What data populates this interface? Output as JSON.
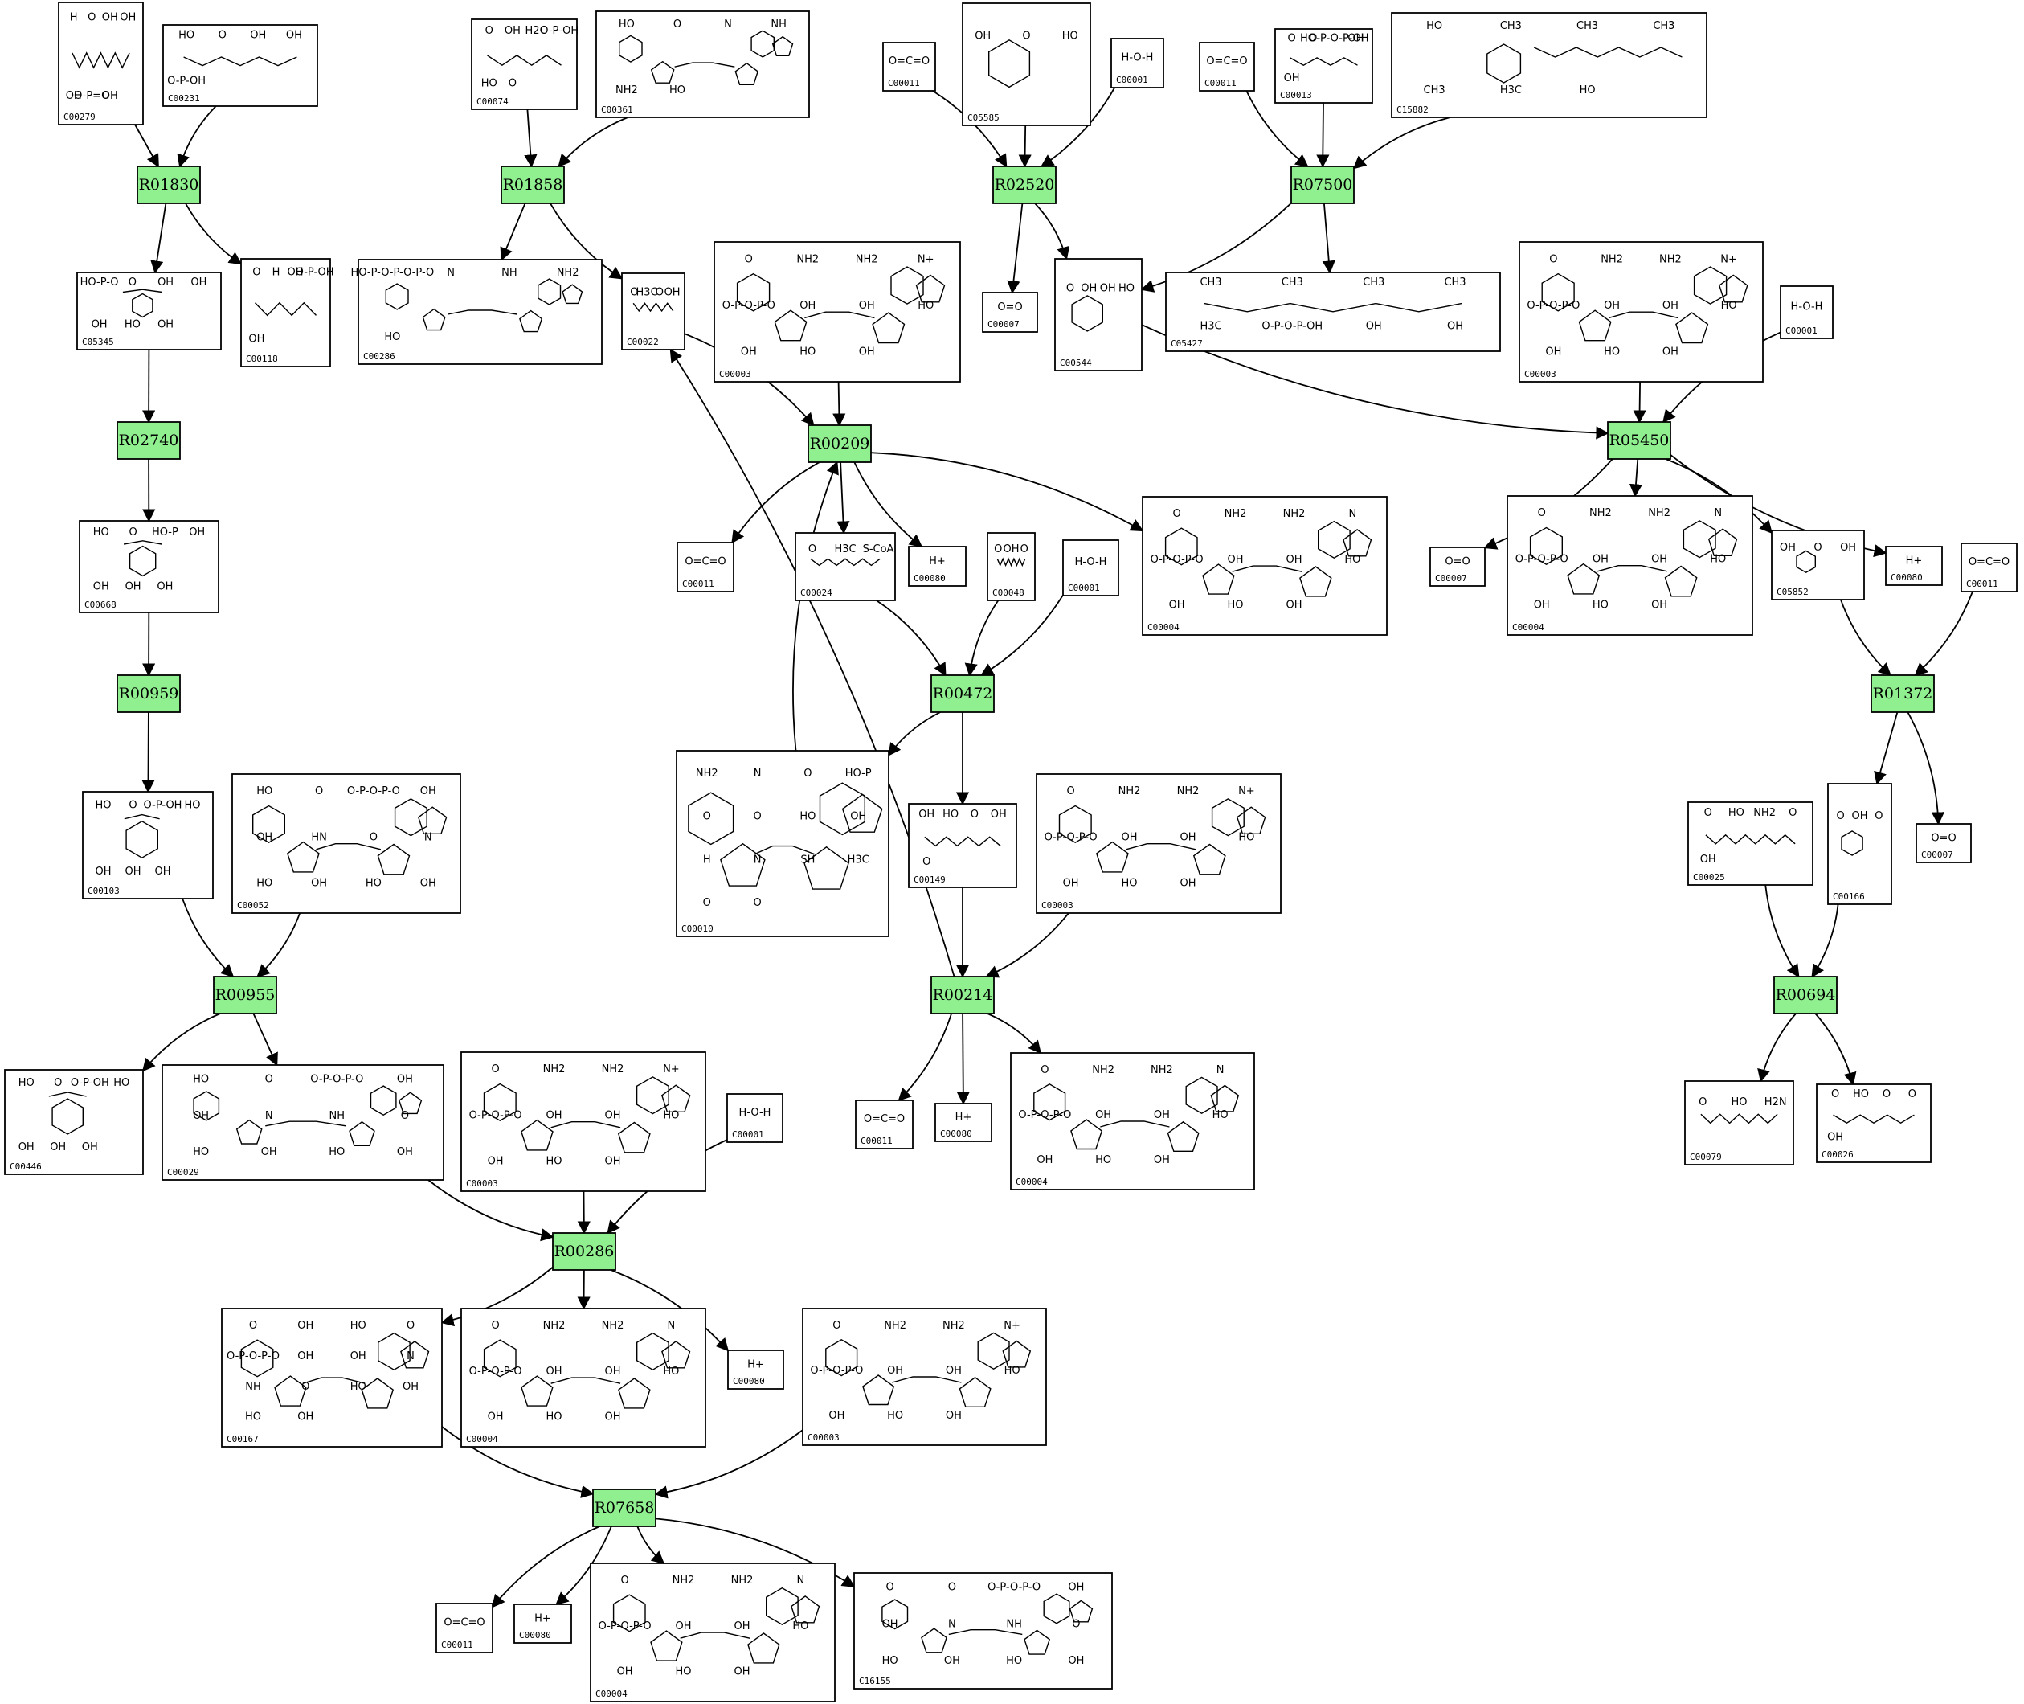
{
  "colors": {
    "reaction_fill": "#90f090",
    "stroke": "#000000",
    "background": "#ffffff"
  },
  "reactions": [
    {
      "id": "R01830",
      "label": "R01830"
    },
    {
      "id": "R01858",
      "label": "R01858"
    },
    {
      "id": "R02520",
      "label": "R02520"
    },
    {
      "id": "R07500",
      "label": "R07500"
    },
    {
      "id": "R02740",
      "label": "R02740"
    },
    {
      "id": "R00209",
      "label": "R00209"
    },
    {
      "id": "R05450",
      "label": "R05450"
    },
    {
      "id": "R00959",
      "label": "R00959"
    },
    {
      "id": "R00472",
      "label": "R00472"
    },
    {
      "id": "R01372",
      "label": "R01372"
    },
    {
      "id": "R00955",
      "label": "R00955"
    },
    {
      "id": "R00214",
      "label": "R00214"
    },
    {
      "id": "R00694",
      "label": "R00694"
    },
    {
      "id": "R00286",
      "label": "R00286"
    },
    {
      "id": "R07658",
      "label": "R07658"
    }
  ],
  "compounds": [
    {
      "key": "c00279",
      "label": "C00279",
      "mol": "sugar-phosphate",
      "text": [
        "H",
        "O",
        "OH",
        "OH",
        "OH",
        "O-P=O",
        "OH"
      ]
    },
    {
      "key": "c00231",
      "label": "C00231",
      "mol": "chain",
      "text": [
        "HO",
        "O",
        "OH",
        "OH",
        "O-P-OH"
      ]
    },
    {
      "key": "c00074",
      "label": "C00074",
      "mol": "small-acid",
      "text": [
        "O",
        "OH",
        "H2C",
        "O-P-OH",
        "HO",
        "O"
      ]
    },
    {
      "key": "c00361",
      "label": "C00361",
      "mol": "nucleotide",
      "text": [
        "HO",
        "O",
        "N",
        "NH",
        "NH2",
        "HO"
      ]
    },
    {
      "key": "c00011_a",
      "label": "C00011",
      "mol": "co2",
      "text": [
        "O=C=O"
      ]
    },
    {
      "key": "c05585",
      "label": "C05585",
      "mol": "aromatic",
      "text": [
        "OH",
        "O",
        "HO"
      ]
    },
    {
      "key": "c00001_a",
      "label": "C00001",
      "mol": "water",
      "text": [
        "H-O-H"
      ]
    },
    {
      "key": "c00011_b",
      "label": "C00011",
      "mol": "co2",
      "text": [
        "O=C=O"
      ]
    },
    {
      "key": "c00013",
      "label": "C00013",
      "mol": "diphosphate",
      "text": [
        "O",
        "O",
        "HO-P-O-P-OH",
        "OH",
        "OH"
      ]
    },
    {
      "key": "c15882",
      "label": "C15882",
      "mol": "prenyl-aromatic",
      "text": [
        "HO",
        "CH3",
        "CH3",
        "CH3",
        "CH3",
        "H3C",
        "HO"
      ]
    },
    {
      "key": "c05345",
      "label": "C05345",
      "mol": "sugar-ring",
      "text": [
        "HO-P-O",
        "O",
        "OH",
        "OH",
        "OH",
        "HO",
        "OH"
      ]
    },
    {
      "key": "c00118",
      "label": "C00118",
      "mol": "sugar-phosphate",
      "text": [
        "O",
        "H",
        "OH",
        "O-P-OH",
        "OH"
      ]
    },
    {
      "key": "c00286",
      "label": "C00286",
      "mol": "nucleotide",
      "text": [
        "HO-P-O-P-O-P-O",
        "N",
        "NH",
        "NH2",
        "HO"
      ]
    },
    {
      "key": "c00022",
      "label": "C00022",
      "mol": "small-acid",
      "text": [
        "O",
        "H3C",
        "O",
        "OH"
      ]
    },
    {
      "key": "c00003_a",
      "label": "C00003",
      "mol": "nad",
      "text": [
        "O",
        "NH2",
        "NH2",
        "N+",
        "O-P-O-P-O",
        "OH",
        "OH",
        "HO",
        "OH",
        "HO",
        "OH"
      ]
    },
    {
      "key": "c00007_a",
      "label": "C00007",
      "mol": "o2",
      "text": [
        "O=O"
      ]
    },
    {
      "key": "c00544",
      "label": "C00544",
      "mol": "aromatic",
      "text": [
        "O",
        "OH",
        "OH",
        "HO"
      ]
    },
    {
      "key": "c05427",
      "label": "C05427",
      "mol": "prenyl-chain",
      "text": [
        "CH3",
        "CH3",
        "CH3",
        "CH3",
        "H3C",
        "O-P-O-P-OH",
        "OH",
        "OH"
      ]
    },
    {
      "key": "c00003_b",
      "label": "C00003",
      "mol": "nad",
      "text": [
        "O",
        "NH2",
        "NH2",
        "N+",
        "O-P-O-P-O",
        "OH",
        "OH",
        "HO",
        "OH",
        "HO",
        "OH"
      ]
    },
    {
      "key": "c00001_b",
      "label": "C00001",
      "mol": "water",
      "text": [
        "H-O-H"
      ]
    },
    {
      "key": "c00668",
      "label": "C00668",
      "mol": "sugar-ring",
      "text": [
        "HO",
        "O",
        "HO-P",
        "OH",
        "OH",
        "OH",
        "OH"
      ]
    },
    {
      "key": "c00011_c",
      "label": "C00011",
      "mol": "co2",
      "text": [
        "O=C=O"
      ]
    },
    {
      "key": "c00024",
      "label": "C00024",
      "mol": "acetyl",
      "text": [
        "O",
        "H3C",
        "S-CoA"
      ]
    },
    {
      "key": "c00080_a",
      "label": "C00080",
      "mol": "proton",
      "text": [
        "H+"
      ]
    },
    {
      "key": "c00048",
      "label": "C00048",
      "mol": "small-acid",
      "text": [
        "O",
        "OH",
        "O"
      ]
    },
    {
      "key": "c00001_c",
      "label": "C00001",
      "mol": "water",
      "text": [
        "H-O-H"
      ]
    },
    {
      "key": "c00004_a",
      "label": "C00004",
      "mol": "nad",
      "text": [
        "O",
        "NH2",
        "NH2",
        "N",
        "O-P-O-P-O",
        "OH",
        "OH",
        "HO",
        "OH",
        "HO",
        "OH"
      ]
    },
    {
      "key": "c00007_b",
      "label": "C00007",
      "mol": "o2",
      "text": [
        "O=O"
      ]
    },
    {
      "key": "c00004_b",
      "label": "C00004",
      "mol": "nad",
      "text": [
        "O",
        "NH2",
        "NH2",
        "N",
        "O-P-O-P-O",
        "OH",
        "OH",
        "HO",
        "OH",
        "HO",
        "OH"
      ]
    },
    {
      "key": "c05852",
      "label": "C05852",
      "mol": "aromatic",
      "text": [
        "OH",
        "O",
        "OH"
      ]
    },
    {
      "key": "c00080_b",
      "label": "C00080",
      "mol": "proton",
      "text": [
        "H+"
      ]
    },
    {
      "key": "c00011_d",
      "label": "C00011",
      "mol": "co2",
      "text": [
        "O=C=O"
      ]
    },
    {
      "key": "c00103",
      "label": "C00103",
      "mol": "sugar-ring",
      "text": [
        "HO",
        "O",
        "O-P-OH",
        "HO",
        "OH",
        "OH",
        "OH"
      ]
    },
    {
      "key": "c00052",
      "label": "C00052",
      "mol": "udp-sugar",
      "text": [
        "HO",
        "O",
        "O-P-O-P-O",
        "OH",
        "OH",
        "HN",
        "O",
        "N",
        "HO",
        "OH",
        "HO",
        "OH"
      ]
    },
    {
      "key": "c00010",
      "label": "C00010",
      "mol": "coa",
      "text": [
        "NH2",
        "N",
        "O",
        "HO-P",
        "O",
        "O",
        "HO",
        "OH",
        "H",
        "N",
        "SH",
        "H3C",
        "O",
        "O"
      ]
    },
    {
      "key": "c00149",
      "label": "C00149",
      "mol": "small-acid",
      "text": [
        "OH",
        "HO",
        "O",
        "OH",
        "O"
      ]
    },
    {
      "key": "c00003_c",
      "label": "C00003",
      "mol": "nad",
      "text": [
        "O",
        "NH2",
        "NH2",
        "N+",
        "O-P-O-P-O",
        "OH",
        "OH",
        "HO",
        "OH",
        "HO",
        "OH"
      ]
    },
    {
      "key": "c00025",
      "label": "C00025",
      "mol": "amino-acid",
      "text": [
        "O",
        "HO",
        "NH2",
        "O",
        "OH"
      ]
    },
    {
      "key": "c00166",
      "label": "C00166",
      "mol": "aromatic",
      "text": [
        "O",
        "OH",
        "O"
      ]
    },
    {
      "key": "c00007_c",
      "label": "C00007",
      "mol": "o2",
      "text": [
        "O=O"
      ]
    },
    {
      "key": "c00446",
      "label": "C00446",
      "mol": "sugar-ring",
      "text": [
        "HO",
        "O",
        "O-P-OH",
        "HO",
        "OH",
        "OH",
        "OH"
      ]
    },
    {
      "key": "c00029",
      "label": "C00029",
      "mol": "udp-sugar",
      "text": [
        "HO",
        "O",
        "O-P-O-P-O",
        "OH",
        "OH",
        "N",
        "NH",
        "O",
        "HO",
        "OH",
        "HO",
        "OH"
      ]
    },
    {
      "key": "c00003_d",
      "label": "C00003",
      "mol": "nad",
      "text": [
        "O",
        "NH2",
        "NH2",
        "N+",
        "O-P-O-P-O",
        "OH",
        "OH",
        "HO",
        "OH",
        "HO",
        "OH"
      ]
    },
    {
      "key": "c00001_d",
      "label": "C00001",
      "mol": "water",
      "text": [
        "H-O-H"
      ]
    },
    {
      "key": "c00011_e",
      "label": "C00011",
      "mol": "co2",
      "text": [
        "O=C=O"
      ]
    },
    {
      "key": "c00080_c",
      "label": "C00080",
      "mol": "proton",
      "text": [
        "H+"
      ]
    },
    {
      "key": "c00004_c",
      "label": "C00004",
      "mol": "nad",
      "text": [
        "O",
        "NH2",
        "NH2",
        "N",
        "O-P-O-P-O",
        "OH",
        "OH",
        "HO",
        "OH",
        "HO",
        "OH"
      ]
    },
    {
      "key": "c00079",
      "label": "C00079",
      "mol": "amino-acid",
      "text": [
        "O",
        "HO",
        "H2N"
      ]
    },
    {
      "key": "c00026",
      "label": "C00026",
      "mol": "small-acid",
      "text": [
        "O",
        "HO",
        "O",
        "O",
        "OH"
      ]
    },
    {
      "key": "c00167",
      "label": "C00167",
      "mol": "udp-sugar",
      "text": [
        "O",
        "OH",
        "HO",
        "O",
        "O-P-O-P-O",
        "OH",
        "OH",
        "N",
        "NH",
        "O",
        "HO",
        "OH",
        "HO",
        "OH"
      ]
    },
    {
      "key": "c00004_d",
      "label": "C00004",
      "mol": "nad",
      "text": [
        "O",
        "NH2",
        "NH2",
        "N",
        "O-P-O-P-O",
        "OH",
        "OH",
        "HO",
        "OH",
        "HO",
        "OH"
      ]
    },
    {
      "key": "c00080_d",
      "label": "C00080",
      "mol": "proton",
      "text": [
        "H+"
      ]
    },
    {
      "key": "c00003_e",
      "label": "C00003",
      "mol": "nad",
      "text": [
        "O",
        "NH2",
        "NH2",
        "N+",
        "O-P-O-P-O",
        "OH",
        "OH",
        "HO",
        "OH",
        "HO",
        "OH"
      ]
    },
    {
      "key": "c00011_f",
      "label": "C00011",
      "mol": "co2",
      "text": [
        "O=C=O"
      ]
    },
    {
      "key": "c00080_e",
      "label": "C00080",
      "mol": "proton",
      "text": [
        "H+"
      ]
    },
    {
      "key": "c00004_e",
      "label": "C00004",
      "mol": "nad",
      "text": [
        "O",
        "NH2",
        "NH2",
        "N",
        "O-P-O-P-O",
        "OH",
        "OH",
        "HO",
        "OH",
        "HO",
        "OH"
      ]
    },
    {
      "key": "c16155",
      "label": "C16155",
      "mol": "udp-sugar",
      "text": [
        "O",
        "O",
        "O-P-O-P-O",
        "OH",
        "OH",
        "N",
        "NH",
        "O",
        "HO",
        "OH",
        "HO",
        "OH"
      ]
    }
  ],
  "edges": [
    [
      "c00279",
      "R01830"
    ],
    [
      "c00231",
      "R01830"
    ],
    [
      "R01830",
      "c05345"
    ],
    [
      "R01830",
      "c00118"
    ],
    [
      "c00074",
      "R01858"
    ],
    [
      "c00361",
      "R01858"
    ],
    [
      "R01858",
      "c00286"
    ],
    [
      "R01858",
      "c00022"
    ],
    [
      "c00011_a",
      "R02520"
    ],
    [
      "c05585",
      "R02520"
    ],
    [
      "c00001_a",
      "R02520"
    ],
    [
      "R02520",
      "c00007_a"
    ],
    [
      "R02520",
      "c00544"
    ],
    [
      "c00011_b",
      "R07500"
    ],
    [
      "c00013",
      "R07500"
    ],
    [
      "c15882",
      "R07500"
    ],
    [
      "R07500",
      "c00544"
    ],
    [
      "R07500",
      "c05427"
    ],
    [
      "c05345",
      "R02740"
    ],
    [
      "R02740",
      "c00668"
    ],
    [
      "c00022",
      "R00209"
    ],
    [
      "c00003_a",
      "R00209"
    ],
    [
      "c00010",
      "R00209"
    ],
    [
      "R00209",
      "c00011_c"
    ],
    [
      "R00209",
      "c00024"
    ],
    [
      "R00209",
      "c00080_a"
    ],
    [
      "R00209",
      "c00004_a"
    ],
    [
      "c00544",
      "R05450"
    ],
    [
      "c00003_b",
      "R05450"
    ],
    [
      "c00001_b",
      "R05450"
    ],
    [
      "R05450",
      "c00007_b"
    ],
    [
      "R05450",
      "c00004_b"
    ],
    [
      "R05450",
      "c05852"
    ],
    [
      "R05450",
      "c00080_b"
    ],
    [
      "c00668",
      "R00959"
    ],
    [
      "R00959",
      "c00103"
    ],
    [
      "c00024",
      "R00472"
    ],
    [
      "c00048",
      "R00472"
    ],
    [
      "c00001_c",
      "R00472"
    ],
    [
      "R00472",
      "c00010"
    ],
    [
      "R00472",
      "c00149"
    ],
    [
      "c05852",
      "R01372"
    ],
    [
      "c00011_d",
      "R01372"
    ],
    [
      "R01372",
      "c00166"
    ],
    [
      "R01372",
      "c00007_c"
    ],
    [
      "c00103",
      "R00955"
    ],
    [
      "c00052",
      "R00955"
    ],
    [
      "R00955",
      "c00446"
    ],
    [
      "R00955",
      "c00029"
    ],
    [
      "c00149",
      "R00214"
    ],
    [
      "c00003_c",
      "R00214"
    ],
    [
      "R00214",
      "c00022"
    ],
    [
      "R00214",
      "c00011_e"
    ],
    [
      "R00214",
      "c00080_c"
    ],
    [
      "R00214",
      "c00004_c"
    ],
    [
      "c00025",
      "R00694"
    ],
    [
      "c00166",
      "R00694"
    ],
    [
      "R00694",
      "c00079"
    ],
    [
      "R00694",
      "c00026"
    ],
    [
      "c00029",
      "R00286"
    ],
    [
      "c00003_d",
      "R00286"
    ],
    [
      "c00001_d",
      "R00286"
    ],
    [
      "R00286",
      "c00167"
    ],
    [
      "R00286",
      "c00004_d"
    ],
    [
      "R00286",
      "c00080_d"
    ],
    [
      "c00167",
      "R07658"
    ],
    [
      "c00003_e",
      "R07658"
    ],
    [
      "R07658",
      "c00011_f"
    ],
    [
      "R07658",
      "c00080_e"
    ],
    [
      "R07658",
      "c00004_e"
    ],
    [
      "R07658",
      "c16155"
    ]
  ]
}
